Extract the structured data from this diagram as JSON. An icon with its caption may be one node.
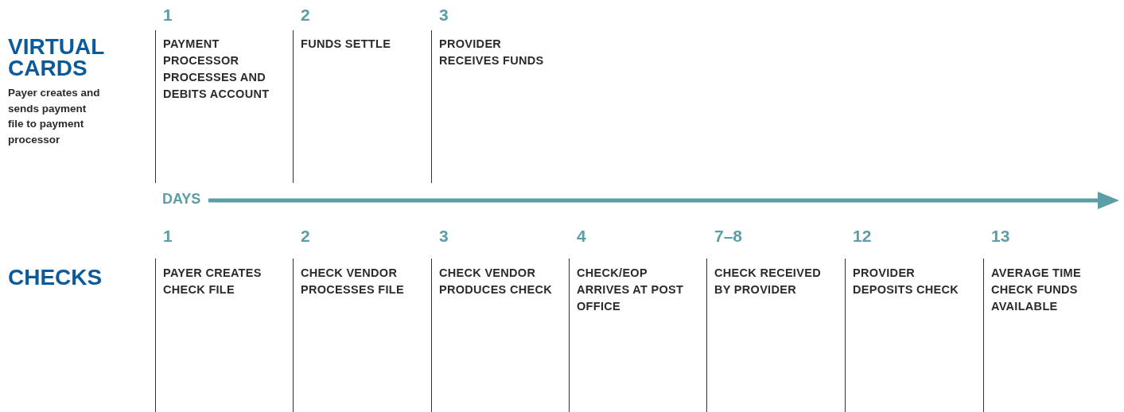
{
  "diagram": {
    "nodes": [
      {
        "text": [
          "1",
          "PAYMENT PROCESSOR PROCESSES AND DEBITS ACCOUNT"
        ]
      },
      {
        "text": [
          "2",
          "FUNDS SETTLE"
        ]
      },
      {
        "text": [
          "3",
          "PROVIDER RECEIVES FUNDS"
        ]
      },
      {
        "text": [
          "1",
          "PAYER CREATES CHECK FILE"
        ]
      },
      {
        "text": [
          "2",
          "CHECK VENDOR PROCESSES FILE"
        ]
      },
      {
        "text": [
          "3",
          "CHECK VENDOR PRODUCES CHECK"
        ]
      },
      {
        "text": [
          "4",
          "CHECK/EOP ARRIVES AT POST OFFICE"
        ]
      },
      {
        "text": [
          "7–8",
          "CHECK RECEIVED BY PROVIDER"
        ]
      },
      {
        "text": [
          "12",
          "PROVIDER DEPOSITS CHECK"
        ]
      },
      {
        "text": [
          "13",
          "AVERAGE TIME CHECK FUNDS AVAILABLE"
        ]
      }
    ],
    "labels": [
      "VIRTUAL CARDS",
      "Payer creates and sends payment file to payment processor",
      "DAYS",
      "CHECKS"
    ]
  }
}
